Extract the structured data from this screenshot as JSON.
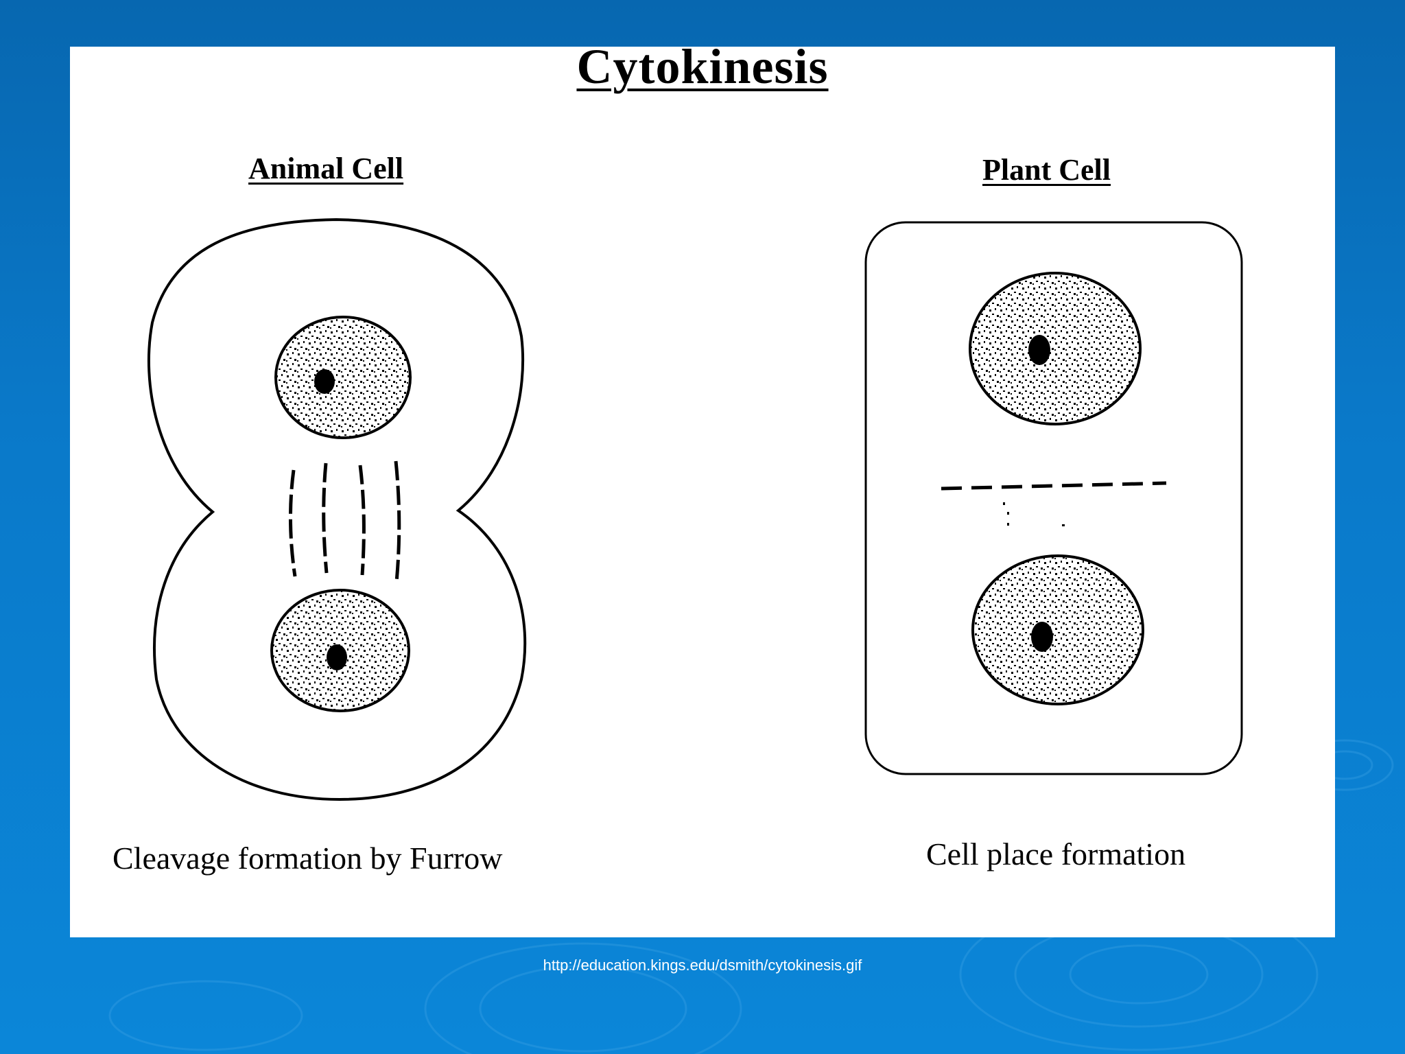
{
  "slide": {
    "title": "Cytokinesis",
    "source": "http://education.kings.edu/dsmith/cytokinesis.gif"
  },
  "animal": {
    "heading": "Animal Cell",
    "caption": "Cleavage formation by Furrow"
  },
  "plant": {
    "heading": "Plant Cell",
    "caption": "Cell place formation"
  },
  "colors": {
    "background": "#0a79c9",
    "panel": "#ffffff",
    "ink": "#000000"
  }
}
